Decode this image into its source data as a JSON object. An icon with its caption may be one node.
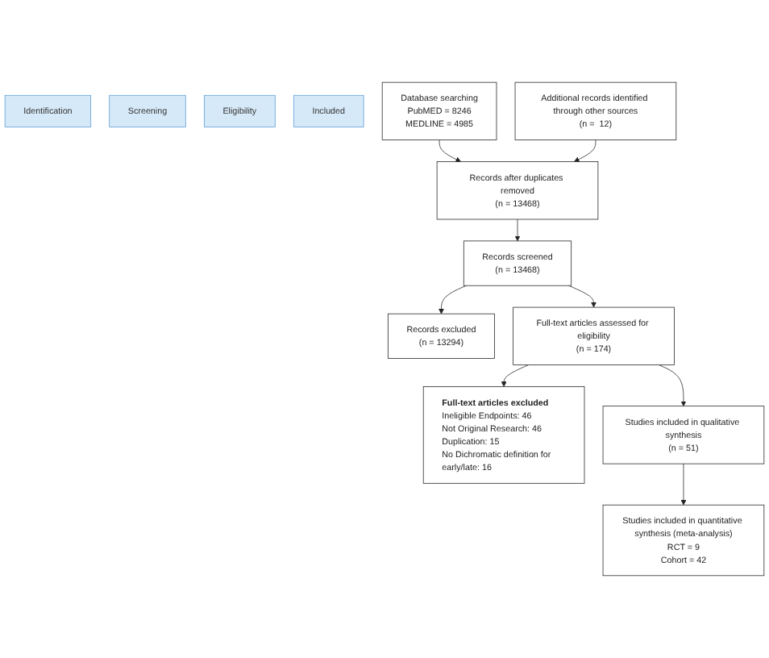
{
  "diagram": {
    "nodes": [
      {
        "text": [
          "Identification"
        ]
      },
      {
        "text": [
          "Screening"
        ]
      },
      {
        "text": [
          "Eligibility"
        ]
      },
      {
        "text": [
          "Included"
        ]
      },
      {
        "text": [
          "Database searching",
          "PubMED = 8246",
          "MEDLINE = 4985"
        ]
      },
      {
        "text": [
          "Additional records identified through other sources",
          "(n =  12)"
        ]
      },
      {
        "text": [
          "Records after duplicates removed",
          "(n = 13468)"
        ]
      },
      {
        "text": [
          "Records screened",
          "(n = 13468)"
        ]
      },
      {
        "text": [
          "Records excluded",
          "(n = 13294)"
        ]
      },
      {
        "text": [
          "Full-text articles assessed for eligibility",
          "(n = 174)"
        ]
      },
      {
        "text": [
          "Full-text articles excluded",
          "Ineligible Endpoints: 46",
          "Not Original Research: 46",
          "Duplication: 15",
          "No Dichromatic definition for early/late: 16"
        ]
      },
      {
        "text": [
          "Studies included in qualitative synthesis",
          "(n = 51)"
        ]
      },
      {
        "text": [
          "Studies included in quantitative synthesis (meta-analysis)",
          "RCT = 9",
          "Cohort = 42"
        ]
      }
    ],
    "edges": [
      {
        "from": 4,
        "to": 6,
        "arrow": "to"
      },
      {
        "from": 5,
        "to": 6,
        "arrow": "to"
      },
      {
        "from": 6,
        "to": 7,
        "arrow": "to"
      },
      {
        "from": 7,
        "to": 8,
        "arrow": "to"
      },
      {
        "from": 7,
        "to": 9,
        "arrow": "to"
      },
      {
        "from": 9,
        "to": 10,
        "arrow": "to"
      },
      {
        "from": 9,
        "to": 11,
        "arrow": "to"
      },
      {
        "from": 11,
        "to": 12,
        "arrow": "to"
      }
    ]
  }
}
